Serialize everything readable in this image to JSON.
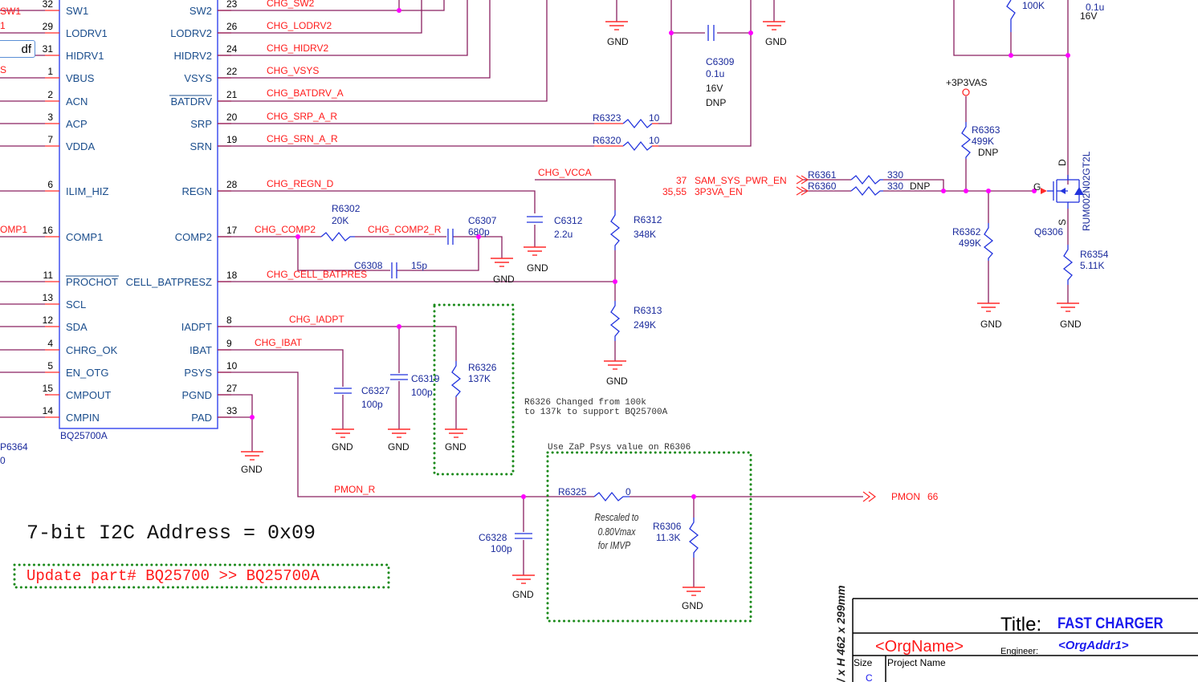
{
  "ic": {
    "part": "BQ25700A",
    "left_pins": [
      {
        "num": "32",
        "name": "SW1"
      },
      {
        "num": "29",
        "name": "LODRV1"
      },
      {
        "num": "31",
        "name": "HIDRV1"
      },
      {
        "num": "1",
        "name": "VBUS"
      },
      {
        "num": "2",
        "name": "ACN"
      },
      {
        "num": "3",
        "name": "ACP"
      },
      {
        "num": "7",
        "name": "VDDA"
      },
      {
        "num": "6",
        "name": "ILIM_HIZ"
      },
      {
        "num": "16",
        "name": "COMP1"
      },
      {
        "num": "11",
        "name": "PROCHOT"
      },
      {
        "num": "13",
        "name": "SCL"
      },
      {
        "num": "12",
        "name": "SDA"
      },
      {
        "num": "4",
        "name": "CHRG_OK"
      },
      {
        "num": "5",
        "name": "EN_OTG"
      },
      {
        "num": "15",
        "name": "CMPOUT"
      },
      {
        "num": "14",
        "name": "CMPIN"
      }
    ],
    "right_pins": [
      {
        "num": "23",
        "name": "SW2"
      },
      {
        "num": "26",
        "name": "LODRV2"
      },
      {
        "num": "24",
        "name": "HIDRV2"
      },
      {
        "num": "22",
        "name": "VSYS"
      },
      {
        "num": "21",
        "name": "BATDRV"
      },
      {
        "num": "20",
        "name": "SRP"
      },
      {
        "num": "19",
        "name": "SRN"
      },
      {
        "num": "28",
        "name": "REGN"
      },
      {
        "num": "17",
        "name": "COMP2"
      },
      {
        "num": "18",
        "name": "CELL_BATPRESZ"
      },
      {
        "num": "8",
        "name": "IADPT"
      },
      {
        "num": "9",
        "name": "IBAT"
      },
      {
        "num": "10",
        "name": "PSYS"
      },
      {
        "num": "27",
        "name": "PGND"
      },
      {
        "num": "33",
        "name": "PAD"
      }
    ]
  },
  "left_fragments": {
    "sw1": "SW1",
    "lodrv1": "1",
    "popup_text": "df",
    "vbus": "S",
    "comp1": "OMP1",
    "p6364_ref": "P6364",
    "p6364_val": "0"
  },
  "nets": {
    "sw2": "CHG_SW2",
    "lodrv2": "CHG_LODRV2",
    "hidrv2": "CHG_HIDRV2",
    "vsys": "CHG_VSYS",
    "batdrv": "CHG_BATDRV_A",
    "srp": "CHG_SRP_A_R",
    "srn": "CHG_SRN_A_R",
    "regn": "CHG_REGN_D",
    "comp2": "CHG_COMP2",
    "comp2r": "CHG_COMP2_R",
    "cellbat": "CHG_CELL_BATPRES",
    "iadpt": "CHG_IADPT",
    "ibat": "CHG_IBAT",
    "vcca": "CHG_VCCA",
    "pmon_r": "PMON_R"
  },
  "components": {
    "c6309": {
      "ref": "C6309",
      "value": "0.1u",
      "voltage": "16V",
      "note": "DNP"
    },
    "r6323": {
      "ref": "R6323",
      "value": "10"
    },
    "r6320": {
      "ref": "R6320",
      "value": "10"
    },
    "r6302": {
      "ref": "R6302",
      "value": "20K"
    },
    "c6307": {
      "ref": "C6307",
      "value": "680p"
    },
    "c6308": {
      "ref": "C6308",
      "value": "15p"
    },
    "c6312": {
      "ref": "C6312",
      "value": "2.2u"
    },
    "r6312": {
      "ref": "R6312",
      "value": "348K"
    },
    "r6313": {
      "ref": "R6313",
      "value": "249K"
    },
    "c6327": {
      "ref": "C6327",
      "value": "100p"
    },
    "c6319": {
      "ref": "C6319",
      "value": "100p"
    },
    "r6326": {
      "ref": "R6326",
      "value": "137K"
    },
    "c6328": {
      "ref": "C6328",
      "value": "100p"
    },
    "r6325": {
      "ref": "R6325",
      "value": "0"
    },
    "r6306": {
      "ref": "R6306",
      "value": "11.3K"
    },
    "r6361": {
      "ref": "R6361",
      "value": "330"
    },
    "r6360": {
      "ref": "R6360",
      "value": "330",
      "note": "DNP"
    },
    "r6363": {
      "ref": "R6363",
      "value": "499K",
      "note": "DNP"
    },
    "r6362": {
      "ref": "R6362",
      "value": "499K"
    },
    "r6354": {
      "ref": "R6354",
      "value": "5.11K"
    },
    "q6306": {
      "ref": "Q6306",
      "part": "RUM002N02GT2L",
      "gate": "G",
      "drain": "D",
      "source": "S"
    },
    "top_r": {
      "value": "100K"
    },
    "top_c": {
      "value": "0.1u",
      "voltage": "16V"
    }
  },
  "gnd_label": "GND",
  "power": {
    "p3v3": "+3P3VAS"
  },
  "offpage": {
    "sam_num": "37",
    "sam_name": "SAM_SYS_PWR_EN",
    "p3va_num": "35,55",
    "p3va_name": "3P3VA_EN",
    "pmon_name": "PMON",
    "pmon_num": "66"
  },
  "notes": {
    "r6326_change_1": "R6326 Changed from 100k",
    "r6326_change_2": "to 137k to support BQ25700A",
    "zap": "Use ZaP Psys value on R6306",
    "rescale_1": "Rescaled to",
    "rescale_2": "0.80Vmax",
    "rescale_3": "for IMVP",
    "i2c": "7-bit I2C Address = 0x09",
    "update": "Update part# BQ25700 >> BQ25700A"
  },
  "title_block": {
    "title_label": "Title:",
    "title": "FAST CHARGER",
    "org_name": "<OrgName>",
    "engineer_label": "Engineer:",
    "org_addr": "<OrgAddr1>",
    "size_label": "Size",
    "size": "C",
    "project_label": "Project Name",
    "sheet_dims": "/ x H 462 x 299mm"
  },
  "colors": {
    "wire": "#8a2060",
    "net_label": "#ff1a1a",
    "pin_label": "#1a4d8c",
    "ref_label": "#1a2a9c",
    "junction": "#ff00ff",
    "dotted_box": "#1a8a1a",
    "title": "#1a1aee"
  }
}
